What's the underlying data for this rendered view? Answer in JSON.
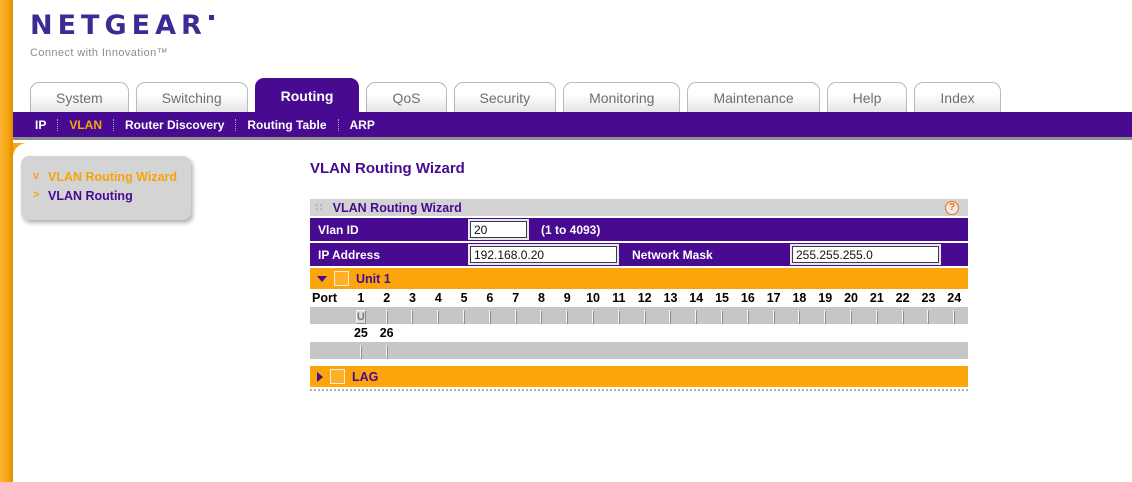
{
  "colors": {
    "purple": "#470a91",
    "orange": "#fca50a",
    "logo_purple": "#3b2b95",
    "sidebar_active_orange": "#f7a30a"
  },
  "header": {
    "logo": "NETGEAR",
    "tagline": "Connect with Innovation™"
  },
  "tabs": [
    {
      "label": "System",
      "active": false
    },
    {
      "label": "Switching",
      "active": false
    },
    {
      "label": "Routing",
      "active": true
    },
    {
      "label": "QoS",
      "active": false
    },
    {
      "label": "Security",
      "active": false
    },
    {
      "label": "Monitoring",
      "active": false
    },
    {
      "label": "Maintenance",
      "active": false
    },
    {
      "label": "Help",
      "active": false
    },
    {
      "label": "Index",
      "active": false
    }
  ],
  "submenu": [
    {
      "label": "IP",
      "active": false
    },
    {
      "label": "VLAN",
      "active": true
    },
    {
      "label": "Router Discovery",
      "active": false
    },
    {
      "label": "Routing Table",
      "active": false
    },
    {
      "label": "ARP",
      "active": false
    }
  ],
  "sidebar": [
    {
      "label": "VLAN Routing Wizard",
      "active": true,
      "chevron": "down"
    },
    {
      "label": "VLAN Routing",
      "active": false,
      "chevron": "right"
    }
  ],
  "icons": {
    "chevron_down": "v",
    "chevron_right": ">"
  },
  "main": {
    "page_title": "VLAN Routing Wizard",
    "panel": {
      "header": {
        "decoration": "::",
        "title": "VLAN Routing Wizard",
        "help_glyph": "?"
      },
      "rows": {
        "vlan_id": {
          "label": "Vlan ID",
          "value": "20",
          "hint": "(1 to 4093)"
        },
        "ip_address": {
          "label": "IP Address",
          "value": "192.168.0.20"
        },
        "network_mask": {
          "label": "Network Mask",
          "value": "255.255.255.0"
        }
      },
      "unit1": {
        "label": "Unit 1",
        "port_col_label": "Port",
        "row1_ports": [
          "1",
          "2",
          "3",
          "4",
          "5",
          "6",
          "7",
          "8",
          "9",
          "10",
          "11",
          "12",
          "13",
          "14",
          "15",
          "16",
          "17",
          "18",
          "19",
          "20",
          "21",
          "22",
          "23",
          "24"
        ],
        "row1_membership": [
          "U",
          "",
          "",
          "",
          "",
          "",
          "",
          "",
          "",
          "",
          "",
          "",
          "",
          "",
          "",
          "",
          "",
          "",
          "",
          "",
          "",
          "",
          "",
          ""
        ],
        "row2_ports": [
          "25",
          "26"
        ],
        "row2_membership": [
          "",
          ""
        ]
      },
      "lag": {
        "label": "LAG"
      }
    }
  }
}
